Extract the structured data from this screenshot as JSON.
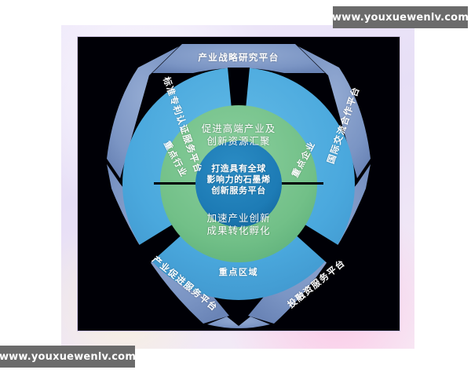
{
  "watermarks": {
    "top": "www.youxuewenlv.com",
    "bottom": "www.youxuewenlv.com"
  },
  "diagram": {
    "type": "concentric-ring-hierarchy",
    "core": {
      "text": "打造具有全球影响力的石墨烯创新服务平台",
      "lines": [
        "打造具有全球",
        "影响力的石墨烯",
        "创新服务平台"
      ],
      "color": "#1d7bb5"
    },
    "green_ring": {
      "color": "#72c088",
      "segments": [
        {
          "position": "top",
          "text": "促进高端产业及创新资源汇聚",
          "lines": [
            "促进高端产业及",
            "创新资源汇聚"
          ]
        },
        {
          "position": "bottom",
          "text": "加速产业创新成果转化孵化",
          "lines": [
            "加速产业创新",
            "成果转化孵化"
          ]
        }
      ]
    },
    "middle_ring": {
      "color": "#4aa8dd",
      "segments": [
        {
          "position": "left",
          "text": "重点行业",
          "rotation": -62
        },
        {
          "position": "right",
          "text": "重点企业",
          "rotation": 62
        },
        {
          "position": "bottom",
          "text": "重点区域",
          "rotation": 0
        }
      ]
    },
    "outer_ring": {
      "color": "#7b95c4",
      "segments": [
        {
          "position": "top",
          "text": "产业战略研究平台",
          "rotation": 0
        },
        {
          "position": "upper-left",
          "text": "标准专利认证服务平台",
          "rotation": -60
        },
        {
          "position": "upper-right",
          "text": "国际交流合作平台",
          "rotation": 60
        },
        {
          "position": "lower-left",
          "text": "产业促进服务平台",
          "rotation": -60
        },
        {
          "position": "lower-right",
          "text": "投融资服务平台",
          "rotation": 60
        }
      ]
    }
  }
}
